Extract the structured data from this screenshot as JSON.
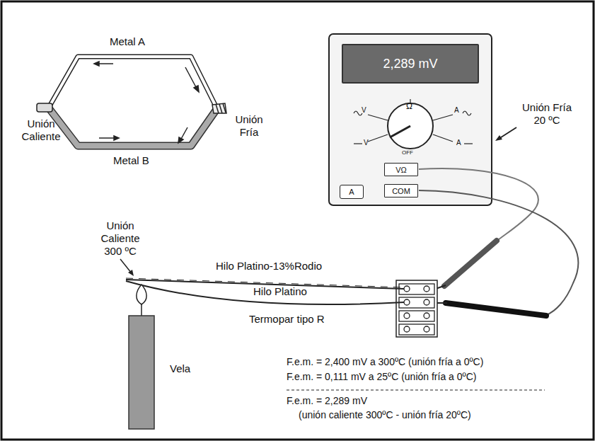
{
  "diagram": {
    "nodes": [
      {
        "text": [
          "2,289 mV"
        ]
      },
      {
        "text": [
          "VΩ"
        ]
      },
      {
        "text": [
          "COM"
        ]
      },
      {
        "text": [
          "A"
        ]
      }
    ],
    "labels": [
      "Metal A",
      "Unión Caliente",
      "Unión Fría",
      "Metal B",
      "Ω",
      "OFF",
      "Unión Fría 20 ºC",
      "Unión Caliente 300 ºC",
      "Hilo Platino-13%Rodio",
      "Hilo Platino",
      "Termopar tipo R",
      "Vela",
      "F.e.m. = 2,400 mV a 300ºC (unión fría a 0ºC)",
      "F.e.m. = 0,111 mV a 25ºC (unión fría a 0ºC)",
      "F.e.m. = 2,289 mV",
      "(unión caliente 300ºC - unión fría 20ºC)",
      "V",
      "A",
      "V",
      "A"
    ]
  }
}
